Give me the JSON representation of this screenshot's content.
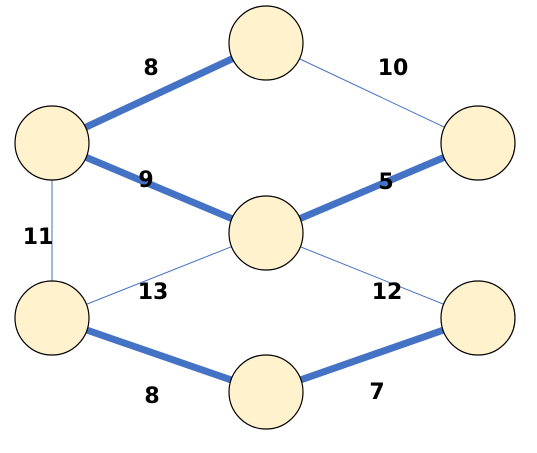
{
  "colors": {
    "node_fill": "#fff2cc",
    "node_stroke": "#000000",
    "edge_color": "#4472c4"
  },
  "diagram": {
    "nodes": [
      "top",
      "upper-left",
      "upper-right",
      "center",
      "lower-left",
      "lower-right",
      "bottom"
    ],
    "edges": [
      {
        "from": "upper-left",
        "to": "top",
        "weight": "8",
        "in_tree": true
      },
      {
        "from": "top",
        "to": "upper-right",
        "weight": "10",
        "in_tree": false
      },
      {
        "from": "upper-left",
        "to": "center",
        "weight": "9",
        "in_tree": true
      },
      {
        "from": "center",
        "to": "upper-right",
        "weight": "5",
        "in_tree": true
      },
      {
        "from": "upper-left",
        "to": "lower-left",
        "weight": "11",
        "in_tree": false
      },
      {
        "from": "lower-left",
        "to": "center",
        "weight": "13",
        "in_tree": false
      },
      {
        "from": "center",
        "to": "lower-right",
        "weight": "12",
        "in_tree": false
      },
      {
        "from": "lower-left",
        "to": "bottom",
        "weight": "8",
        "in_tree": true
      },
      {
        "from": "bottom",
        "to": "lower-right",
        "weight": "7",
        "in_tree": true
      }
    ]
  }
}
